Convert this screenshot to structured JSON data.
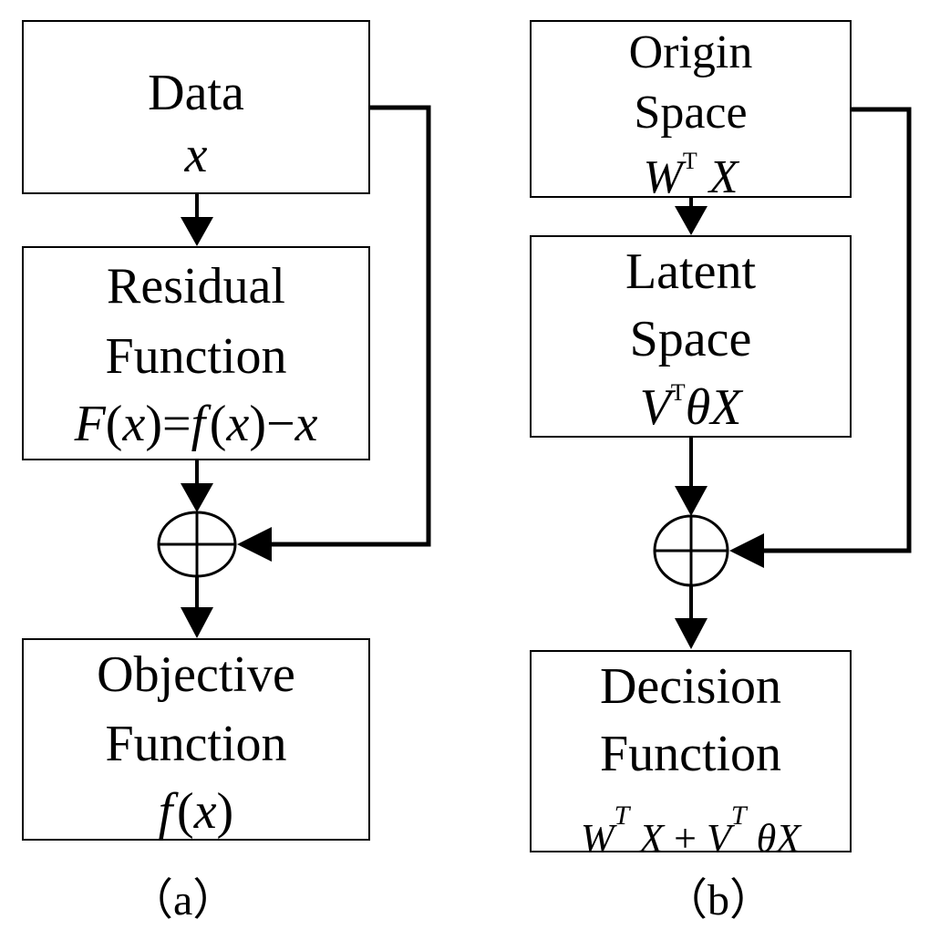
{
  "panel_a": {
    "data_box": {
      "title": "Data",
      "var": "x"
    },
    "residual_box": {
      "title_line1": "Residual",
      "title_line2": "Function",
      "formula": {
        "F": "F",
        "x1": "x",
        "eq": "=",
        "f": "f",
        "x2": "x",
        "minus": "−",
        "x3": "x"
      }
    },
    "objective_box": {
      "title_line1": "Objective",
      "title_line2": "Function",
      "formula": {
        "f": "f",
        "x": "x"
      }
    },
    "caption": "（a）"
  },
  "panel_b": {
    "origin_box": {
      "title_line1": "Origin",
      "title_line2": "Space",
      "formula": {
        "W": "W",
        "T": "T",
        "X": "X"
      }
    },
    "latent_box": {
      "title_line1": "Latent",
      "title_line2": "Space",
      "formula": {
        "V": "V",
        "T": "T",
        "theta": "θ",
        "X": "X"
      }
    },
    "decision_box": {
      "title_line1": "Decision",
      "title_line2": "Function",
      "formula": {
        "W": "W",
        "T1": "T",
        "X1": "X",
        "plus": "+",
        "V": "V",
        "T2": "T",
        "theta": "θ",
        "X2": "X"
      }
    },
    "caption": "（b）"
  }
}
